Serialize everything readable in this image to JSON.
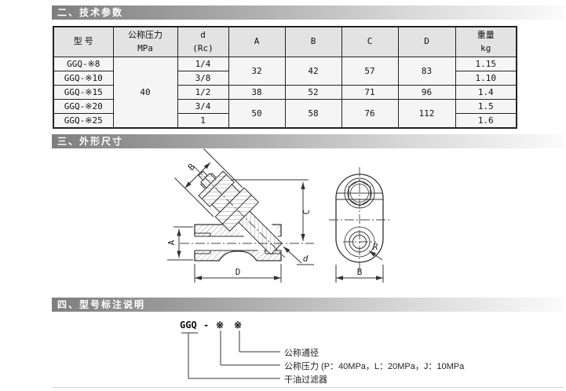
{
  "sections": {
    "s2": "二、技术参数",
    "s3": "三、外形尺寸",
    "s4": "四、型号标注说明"
  },
  "colors": {
    "bar_dark": "#7e7e7e",
    "bar_light": "#fbfbfb",
    "table_header_bg": "#e3e3e3",
    "table_body_bg": "#f5f5f5",
    "line": "#333333"
  },
  "table": {
    "headers": {
      "model": "型  号",
      "pressure": [
        "公称压力",
        "MPa"
      ],
      "d_rc": [
        "d",
        "(Rc)"
      ],
      "A": "A",
      "B": "B",
      "C": "C",
      "D": "D",
      "weight": [
        "重量",
        "kg"
      ]
    },
    "pressure_value": "40",
    "rows": [
      {
        "model": "GGQ-※8",
        "rc": "1/4",
        "weight": "1.15"
      },
      {
        "model": "GGQ-※10",
        "rc": "3/8",
        "weight": "1.10"
      },
      {
        "model": "GGQ-※15",
        "rc": "1/2",
        "A": "38",
        "B": "52",
        "C": "71",
        "D": "96",
        "weight": "1.4"
      },
      {
        "model": "GGQ-※20",
        "rc": "3/4",
        "weight": "1.5"
      },
      {
        "model": "GGQ-※25",
        "rc": "1",
        "weight": "1.6"
      }
    ],
    "merged_rows_1_2": {
      "A": "32",
      "B": "42",
      "C": "57",
      "D": "83"
    },
    "merged_rows_4_5": {
      "A": "50",
      "B": "58",
      "C": "76",
      "D": "112"
    }
  },
  "drawing": {
    "front": {
      "A": "A",
      "B": "B",
      "C": "C",
      "D": "D",
      "d": "d"
    },
    "side": {
      "B": "B",
      "R": "R"
    }
  },
  "model_key": {
    "code": "GGQ",
    "separator": "-",
    "pressure_mark": "※",
    "size_mark": "※",
    "callouts": {
      "bore": "公称通径",
      "pressure": "公称压力 (P：40MPa，L：20MPa，J：10MPa",
      "product": "干油过滤器"
    }
  }
}
